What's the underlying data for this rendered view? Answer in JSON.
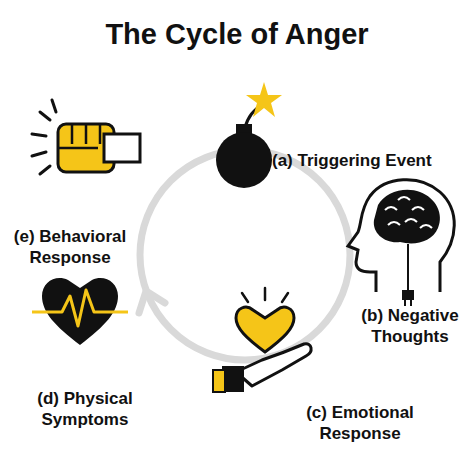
{
  "diagram": {
    "title": "The Cycle of Anger",
    "labels": [
      "(a) Triggering Event",
      "(b) Negative Thoughts",
      "(c) Emotional Response",
      "(d) Physical Symptoms",
      "(e) Behavioral Response"
    ]
  }
}
